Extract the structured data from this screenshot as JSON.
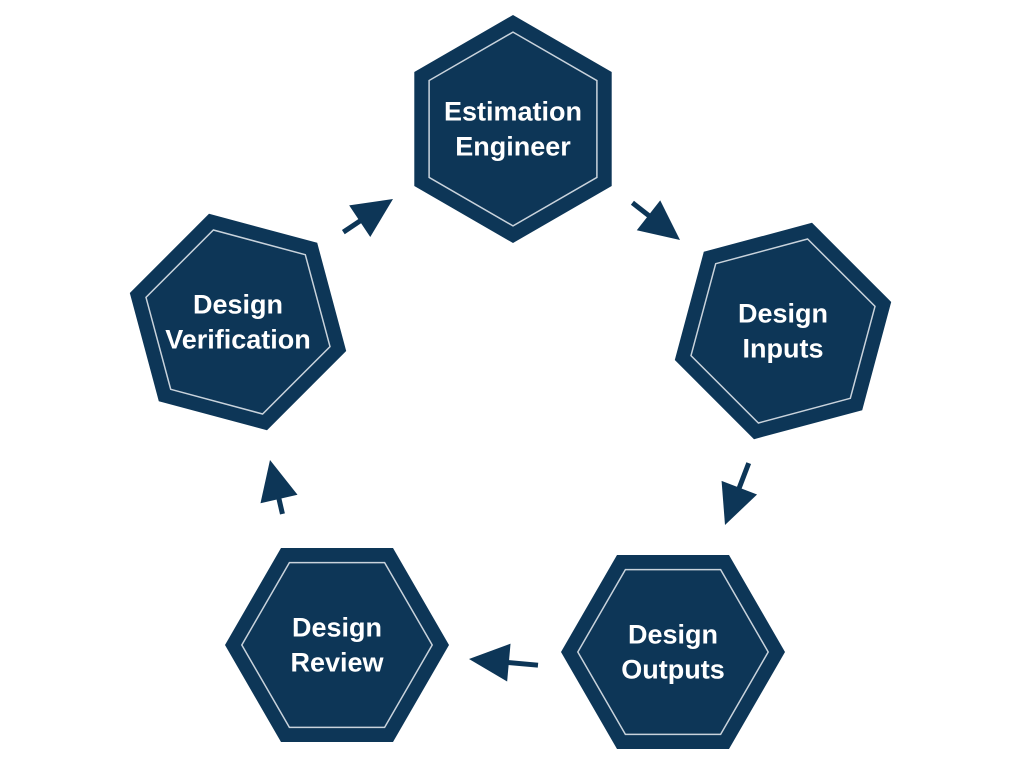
{
  "colors": {
    "node_fill": "#0d3657",
    "node_inner_stroke": "#c9d3dc",
    "text": "#ffffff",
    "arrow": "#0d3657",
    "background": "#ffffff"
  },
  "nodes": [
    {
      "id": "estimation-engineer",
      "lines": [
        "Estimation",
        "Engineer"
      ]
    },
    {
      "id": "design-inputs",
      "lines": [
        "Design",
        "Inputs"
      ]
    },
    {
      "id": "design-outputs",
      "lines": [
        "Design",
        "Outputs"
      ]
    },
    {
      "id": "design-review",
      "lines": [
        "Design",
        "Review"
      ]
    },
    {
      "id": "design-verification",
      "lines": [
        "Design",
        "Verification"
      ]
    }
  ],
  "edges": [
    {
      "from": "estimation-engineer",
      "to": "design-inputs"
    },
    {
      "from": "design-inputs",
      "to": "design-outputs"
    },
    {
      "from": "design-outputs",
      "to": "design-review"
    },
    {
      "from": "design-review",
      "to": "design-verification"
    },
    {
      "from": "design-verification",
      "to": "estimation-engineer"
    }
  ]
}
